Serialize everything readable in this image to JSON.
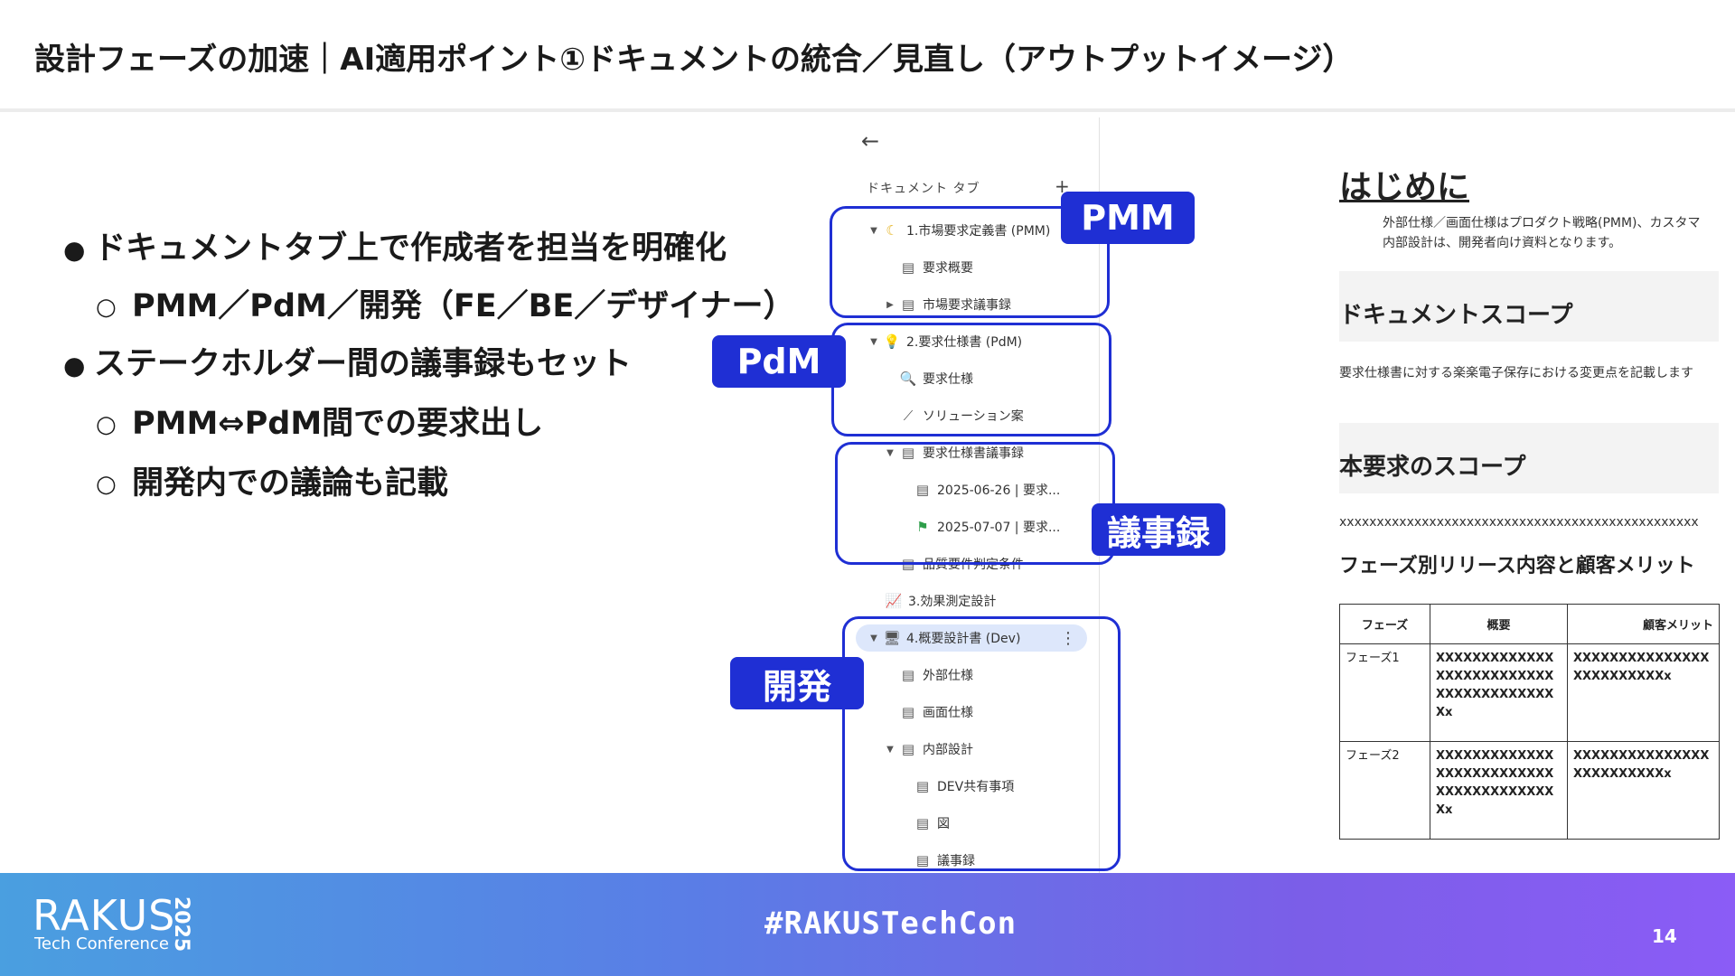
{
  "slide": {
    "title": "設計フェーズの加速｜AI適用ポイント①ドキュメントの統合／見直し（アウトプットイメージ）",
    "page_number": "14"
  },
  "bullets": [
    {
      "level": 1,
      "text": "ドキュメントタブ上で作成者を担当を明確化"
    },
    {
      "level": 2,
      "text": "PMM／PdM／開発（FE／BE／デザイナー）"
    },
    {
      "level": 1,
      "text": "ステークホルダー間の議事録もセット"
    },
    {
      "level": 2,
      "text": "PMM⇔PdM間での要求出し"
    },
    {
      "level": 2,
      "text": "開発内での議論も記載"
    }
  ],
  "sidebar": {
    "back_icon": "arrow-left-icon",
    "heading": "ドキュメント タブ",
    "add_label": "+",
    "items": [
      {
        "label": "1.市場要求定義書 (PMM)",
        "icon": "crescent-moon-icon",
        "caret": "▼"
      },
      {
        "label": "要求概要",
        "icon": "document-icon",
        "caret": ""
      },
      {
        "label": "市場要求議事録",
        "icon": "document-icon",
        "caret": "▶"
      },
      {
        "label": "2.要求仕様書 (PdM)",
        "icon": "lightbulb-icon",
        "caret": "▼"
      },
      {
        "label": "要求仕様",
        "icon": "magnifier-icon",
        "caret": ""
      },
      {
        "label": "ソリューション案",
        "icon": "magic-wand-icon",
        "caret": ""
      },
      {
        "label": "要求仕様書議事録",
        "icon": "document-icon",
        "caret": "▼"
      },
      {
        "label": "2025-06-26 | 要求...",
        "icon": "document-icon",
        "caret": ""
      },
      {
        "label": "2025-07-07 | 要求...",
        "icon": "flag-icon",
        "caret": ""
      },
      {
        "label": "品質要件判定条件",
        "icon": "document-icon",
        "caret": ""
      },
      {
        "label": "3.効果測定設計",
        "icon": "chart-icon",
        "caret": ""
      },
      {
        "label": "4.概要設計書 (Dev)",
        "icon": "monitor-icon",
        "caret": "▼"
      },
      {
        "label": "外部仕様",
        "icon": "document-icon",
        "caret": ""
      },
      {
        "label": "画面仕様",
        "icon": "document-icon",
        "caret": ""
      },
      {
        "label": "内部設計",
        "icon": "document-icon",
        "caret": "▼"
      },
      {
        "label": "DEV共有事項",
        "icon": "document-icon",
        "caret": ""
      },
      {
        "label": "図",
        "icon": "document-icon",
        "caret": ""
      },
      {
        "label": "議事録",
        "icon": "document-icon",
        "caret": ""
      }
    ]
  },
  "callouts": {
    "pmm": "PMM",
    "pdm": "PdM",
    "minutes": "議事録",
    "dev": "開発"
  },
  "document": {
    "h1": "はじめに",
    "intro_line1": "外部仕様／画面仕様はプロダクト戦略(PMM)、カスタマ",
    "intro_line2": "内部設計は、開発者向け資料となります。",
    "section1": "ドキュメントスコープ",
    "section1_text": "要求仕様書に対する楽楽電子保存における変更点を記載します",
    "section2": "本要求のスコープ",
    "xline": "xxxxxxxxxxxxxxxxxxxxxxxxxxxxxxxxxxxxxxxxxxxxxxxx",
    "h3": "フェーズ別リリース内容と顧客メリット",
    "table": {
      "headers": [
        "フェーズ",
        "概要",
        "顧客メリット"
      ],
      "rows": [
        [
          "フェーズ1",
          "XXXXXXXXXXXXXXXXXXXXXXXXXXXXXXXXXXXXXXXXx",
          "XXXXXXXXXXXXXXXXXXXXXXXXXx"
        ],
        [
          "フェーズ2",
          "XXXXXXXXXXXXXXXXXXXXXXXXXXXXXXXXXXXXXXXXx",
          "XXXXXXXXXXXXXXXXXXXXXXXXXx"
        ]
      ]
    }
  },
  "footer": {
    "logo": "RAKUS",
    "logo_sub": "Tech Conference",
    "logo_year": "2025",
    "hashtag": "#RAKUSTechCon"
  }
}
